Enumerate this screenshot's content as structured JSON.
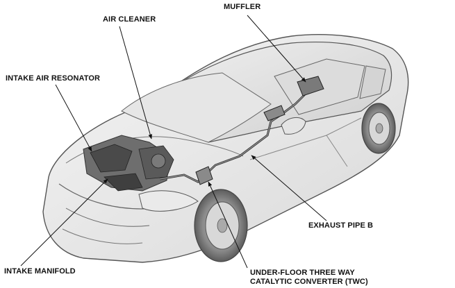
{
  "labels": {
    "muffler": "MUFFLER",
    "air_cleaner": "AIR CLEANER",
    "intake_air_resonator": "INTAKE AIR RESONATOR",
    "exhaust_pipe_b": "EXHAUST PIPE B",
    "intake_manifold": "INTAKE MANIFOLD",
    "twc_line1": "UNDER-FLOOR THREE WAY",
    "twc_line2": "CATALYTIC CONVERTER (TWC)"
  }
}
